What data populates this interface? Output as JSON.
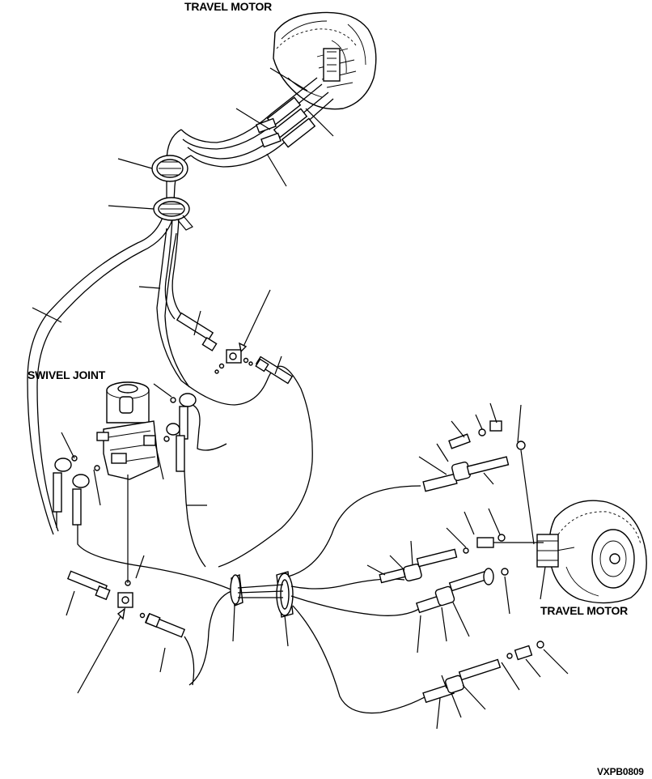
{
  "labels": {
    "travel_motor_top": "TRAVEL MOTOR",
    "swivel_joint": "SWIVEL JOINT",
    "travel_motor_right": "TRAVEL MOTOR",
    "drawing_code": "VXPB0809"
  },
  "colors": {
    "line": "#000000",
    "background": "#ffffff"
  }
}
